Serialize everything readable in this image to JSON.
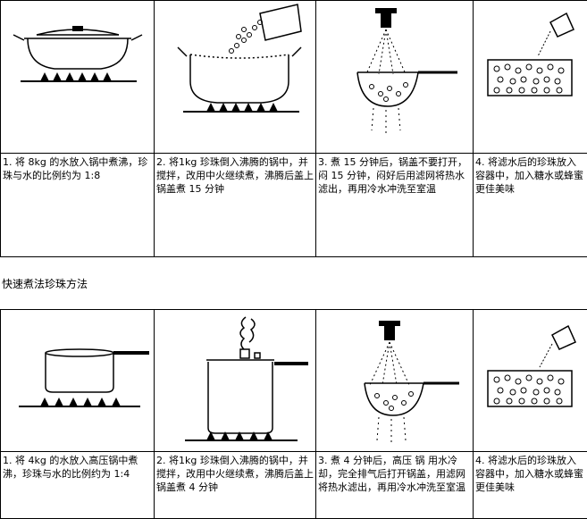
{
  "section1": {
    "steps": [
      {
        "text": "1. 将  8kg 的水放入锅中煮沸，珍珠与水的比例约为 1:8"
      },
      {
        "text": "2. 将1kg 珍珠倒入沸腾的锅中，并搅拌，改用中火继续煮，沸腾后盖上锅盖煮 15 分钟"
      },
      {
        "text": "3. 煮 15 分钟后，锅盖不要打开，闷 15 分钟，闷好后用滤网将热水滤出，再用冷水冲洗至室温"
      },
      {
        "text": "4. 将滤水后的珍珠放入容器中，加入糖水或蜂蜜更佳美味"
      }
    ]
  },
  "section2": {
    "title": "快速煮法珍珠方法",
    "steps": [
      {
        "text": "1. 将  4kg 的水放入高压锅中煮沸，珍珠与水的比例约为 1:4"
      },
      {
        "text": "2. 将1kg 珍珠倒入沸腾的锅中，并搅拌，改用中火继续煮，沸腾后盖上锅盖煮 4 分钟"
      },
      {
        "text": "3. 煮 4 分钟后，高压 锅 用水冷却，完全排气后打开锅盖，用滤网将热水滤出，再用冷水冲洗至室温"
      },
      {
        "text": "4. 将滤水后的珍珠放入容器中，加入糖水或蜂蜜更佳美味"
      }
    ]
  }
}
